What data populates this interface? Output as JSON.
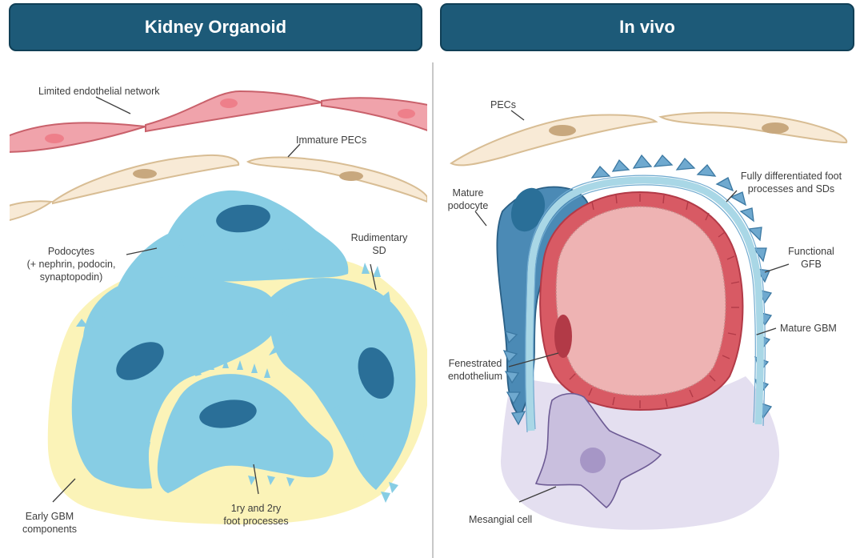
{
  "headers": {
    "left": "Kidney Organoid",
    "right": "In vivo"
  },
  "organoid_labels": {
    "endothelial": "Limited endothelial network",
    "immature_pecs": "Immature PECs",
    "podocytes": [
      "Podocytes",
      "(+ nephrin, podocin,",
      "synaptopodin)"
    ],
    "rudimentary_sd": [
      "Rudimentary",
      "SD"
    ],
    "early_gbm": [
      "Early GBM",
      "components"
    ],
    "foot_processes": [
      "1ry and 2ry",
      "foot processes"
    ]
  },
  "invivo_labels": {
    "pecs": "PECs",
    "mature_podocyte": [
      "Mature",
      "podocyte"
    ],
    "fully_diff": [
      "Fully differentiated foot",
      "processes and SDs"
    ],
    "functional_gfb": [
      "Functional",
      "GFB"
    ],
    "mature_gbm": "Mature GBM",
    "fenestrated": [
      "Fenestrated",
      "endothelium"
    ],
    "mesangial": "Mesangial cell"
  },
  "colors": {
    "header_bg": "#1d5a78",
    "endothelial_fill": "#f0a3ab",
    "pec_fill": "#f8ead6",
    "podocyte_fill": "#87cde4",
    "nucleus_fill": "#2a6f98",
    "gbm_fill": "#fbf3b8",
    "capillary_fill": "#eeb3b3",
    "mesangial_fill": "#c9bfde"
  }
}
